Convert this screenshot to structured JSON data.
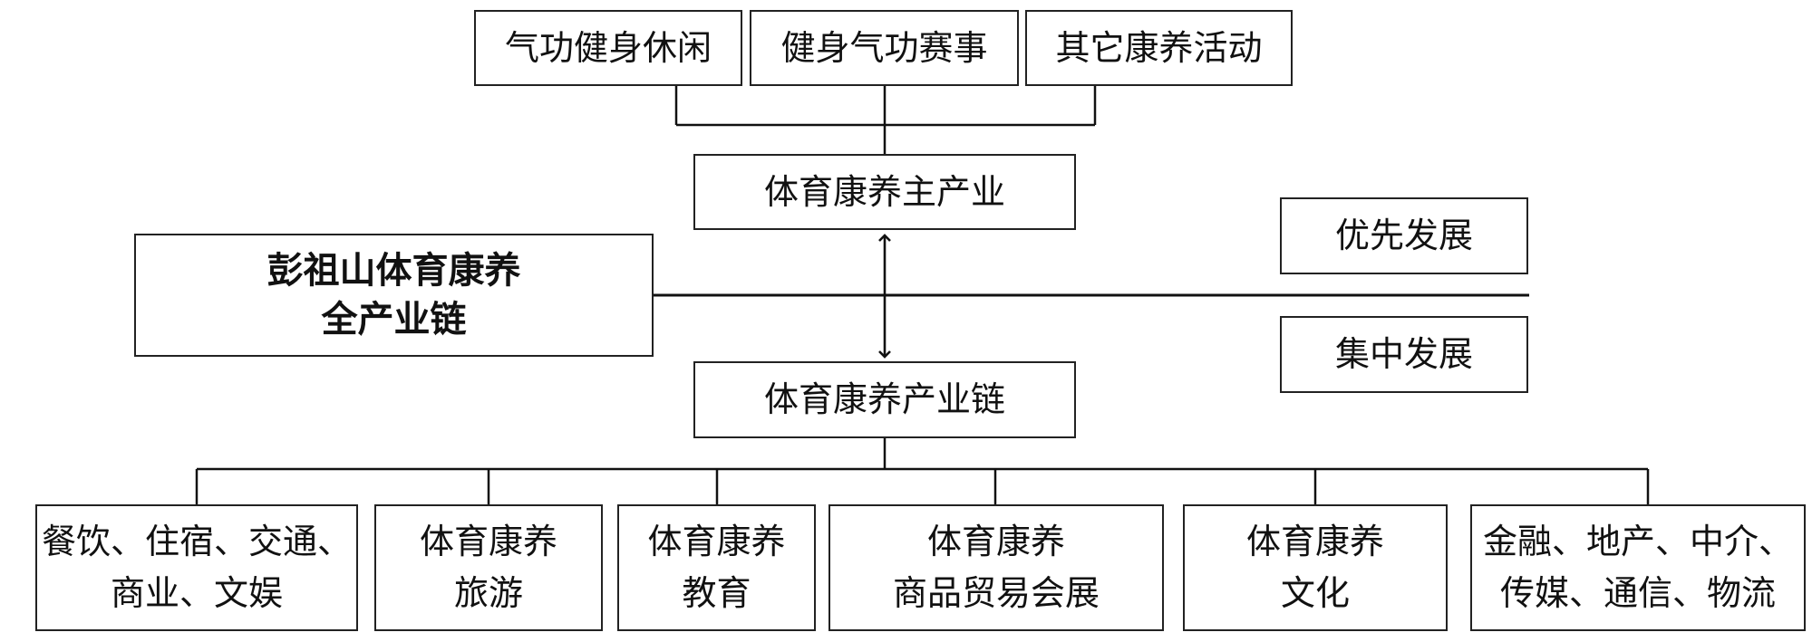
{
  "top_activities": [
    "气功健身休闲",
    "健身气功赛事",
    "其它康养活动"
  ],
  "main_industry": "体育康养主产业",
  "chain_title": [
    "彭祖山体育康养",
    "全产业链"
  ],
  "priority": "优先发展",
  "concentrated": "集中发展",
  "industry_chain": "体育康养产业链",
  "bottom_sectors": [
    [
      "餐饮、住宿、交通、",
      "商业、文娱"
    ],
    [
      "体育康养",
      "旅游"
    ],
    [
      "体育康养",
      "教育"
    ],
    [
      "体育康养",
      "商品贸易会展"
    ],
    [
      "体育康养",
      "文化"
    ],
    [
      "金融、地产、中介、",
      "传媒、通信、物流"
    ]
  ]
}
